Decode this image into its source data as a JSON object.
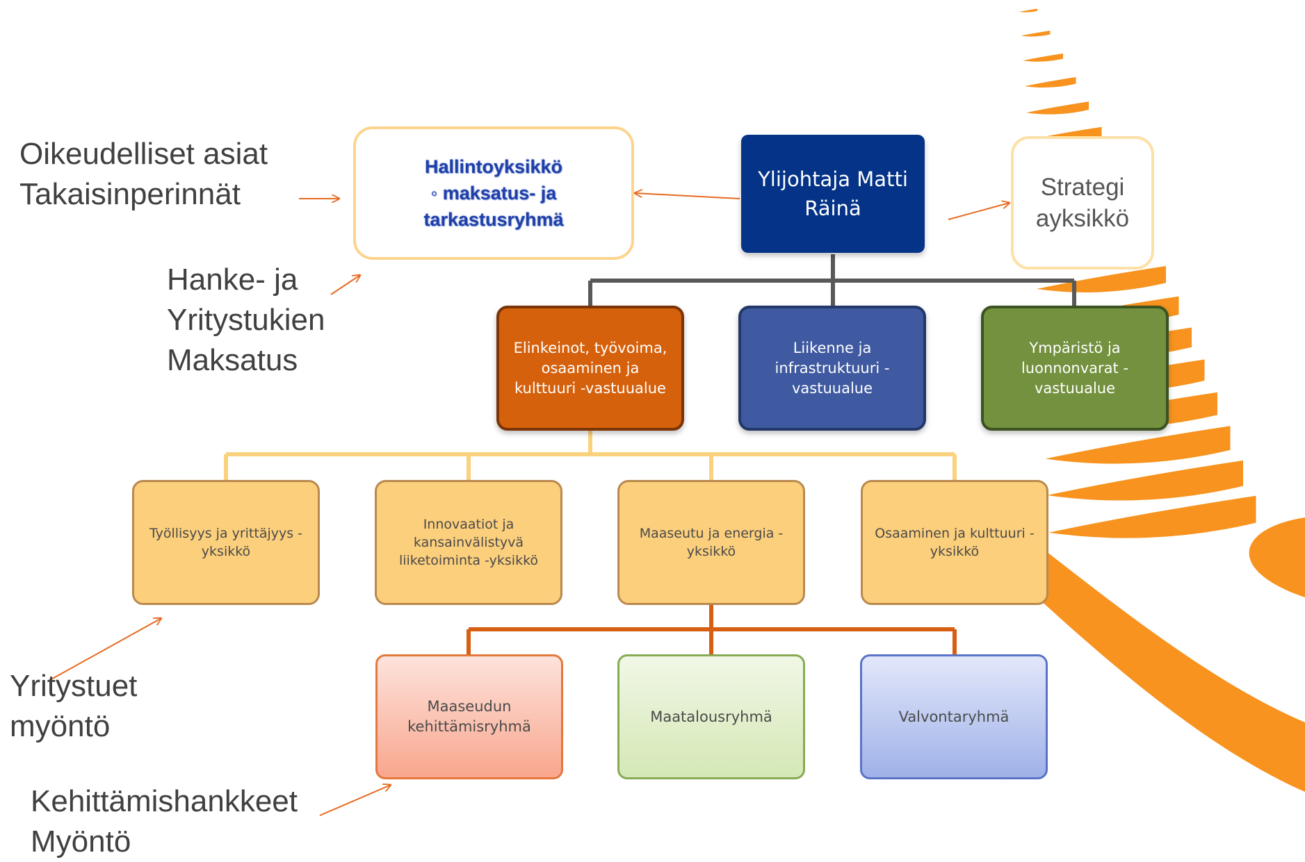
{
  "colors": {
    "director_fill": "#043387",
    "area_orange": "#d6610c",
    "area_blue": "#3f5aa0",
    "area_green": "#73913e",
    "unit_fill": "#fccf7c",
    "connector_gray": "#595959",
    "connector_yellow": "#fad27e",
    "connector_orange": "#d65f13",
    "arrow_orange": "#e66a1f",
    "decor_orange": "#f7931e"
  },
  "director": {
    "label": "Ylijohtaja Matti\nRäinä"
  },
  "admin_unit": {
    "label": "Hallintoyksikkö\n◦ maksatus- ja\ntarkastusryhmä"
  },
  "strategy_unit": {
    "label": "Strategi\nayksikkö"
  },
  "areas": [
    {
      "label": "Elinkeinot, työvoima,\nosaaminen ja\nkulttuuri -vastuualue",
      "color": "orange"
    },
    {
      "label": "Liikenne ja\ninfrastruktuuri -\nvastuualue",
      "color": "blue"
    },
    {
      "label": "Ympäristö ja\nluonnonvarat -\nvastuualue",
      "color": "green"
    }
  ],
  "units": [
    {
      "label": "Työllisyys ja yrittäjyys -\nyksikkö"
    },
    {
      "label": "Innovaatiot ja\nkansainvälistyvä\nliiketoiminta -yksikkö"
    },
    {
      "label": "Maaseutu ja energia -\nyksikkö"
    },
    {
      "label": "Osaaminen ja kulttuuri -\nyksikkö"
    }
  ],
  "groups": [
    {
      "label": "Maaseudun\nkehittämisryhmä"
    },
    {
      "label": "Maatalousryhmä"
    },
    {
      "label": "Valvontaryhmä"
    }
  ],
  "annotations": {
    "legal": "Oikeudelliset asiat\nTakaisinperinnät",
    "payments": "Hanke- ja\nYritystukien\nMaksatus",
    "business_support": "Yritystuet\nmyöntö",
    "development": "Kehittämishankkeet\nMyöntö"
  }
}
